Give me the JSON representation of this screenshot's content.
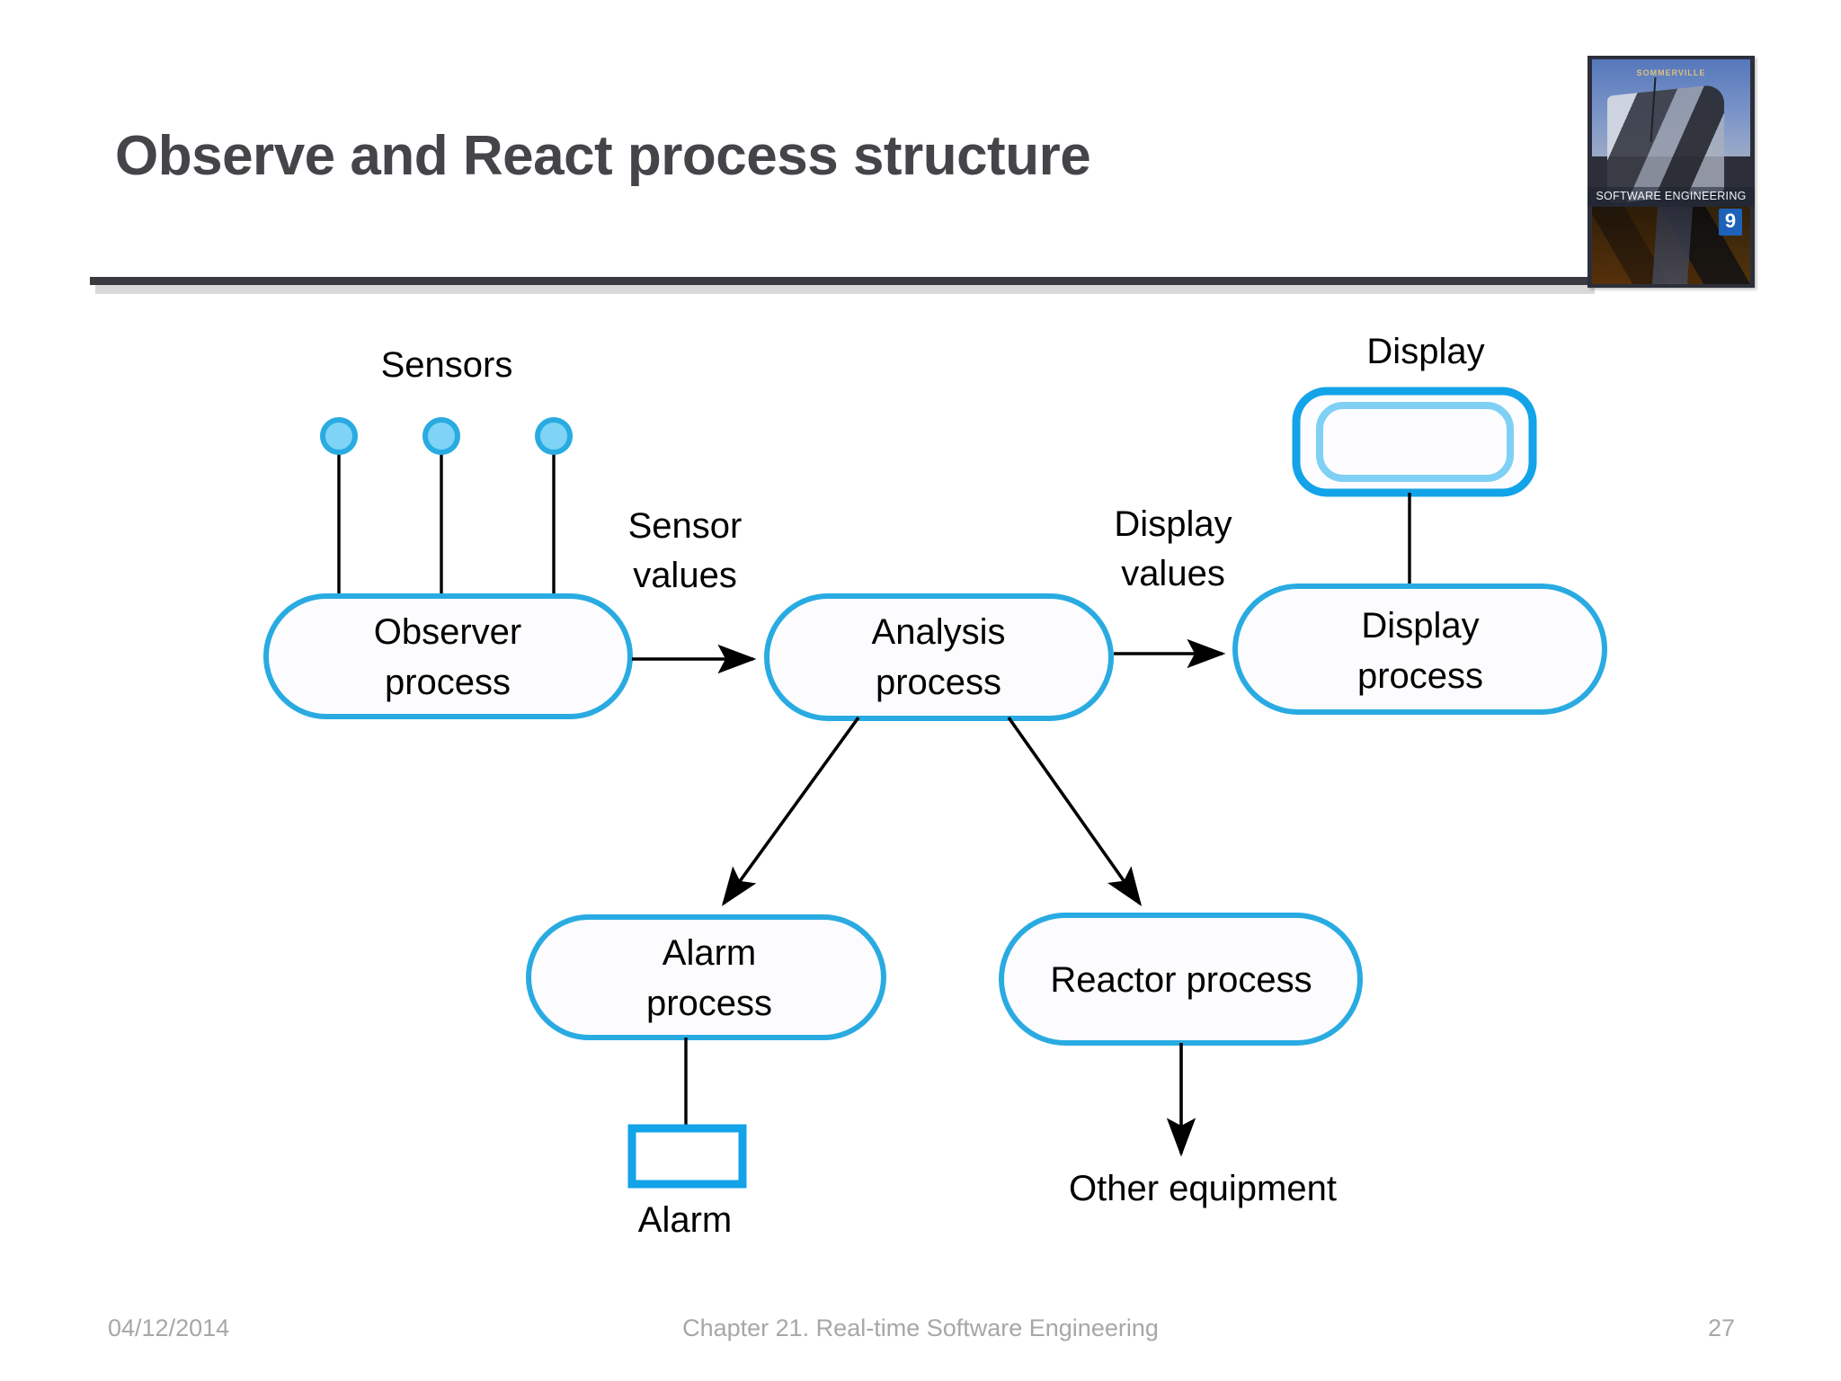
{
  "slide": {
    "title": "Observe and React process structure",
    "title_color": "#444449",
    "accent_color": "#29ABE2",
    "accent_light_color": "#7FD4F5",
    "background": "#FFFFFF"
  },
  "book_cover": {
    "author": "SOMMERVILLE",
    "band_title": "SOFTWARE ENGINEERING",
    "edition": "9"
  },
  "diagram": {
    "labels": {
      "sensors": "Sensors",
      "display": "Display",
      "sensor_values_line1": "Sensor",
      "sensor_values_line2": "values",
      "display_values_line1": "Display",
      "display_values_line2": "values",
      "alarm": "Alarm",
      "other_equipment": "Other equipment"
    },
    "nodes": [
      {
        "id": "observer-process",
        "line1": "Observer",
        "line2": "process"
      },
      {
        "id": "analysis-process",
        "line1": "Analysis",
        "line2": "process"
      },
      {
        "id": "display-process",
        "line1": "Display",
        "line2": "process"
      },
      {
        "id": "alarm-process",
        "line1": "Alarm",
        "line2": "process"
      },
      {
        "id": "reactor-process",
        "line1": "Reactor process",
        "line2": ""
      }
    ],
    "edges": [
      {
        "from": "observer-process",
        "to": "analysis-process",
        "label": "Sensor values"
      },
      {
        "from": "analysis-process",
        "to": "display-process",
        "label": "Display values"
      },
      {
        "from": "analysis-process",
        "to": "alarm-process",
        "label": ""
      },
      {
        "from": "analysis-process",
        "to": "reactor-process",
        "label": ""
      },
      {
        "from": "alarm-process",
        "to": "alarm-device",
        "label": ""
      },
      {
        "from": "reactor-process",
        "to": "other-equipment",
        "label": ""
      },
      {
        "from": "sensors",
        "to": "observer-process",
        "label": ""
      },
      {
        "from": "display-device",
        "to": "display-process",
        "label": ""
      }
    ],
    "sensor_count": 3
  },
  "footer": {
    "date": "04/12/2014",
    "center": "Chapter 21. Real-time Software Engineering",
    "page": "27"
  }
}
